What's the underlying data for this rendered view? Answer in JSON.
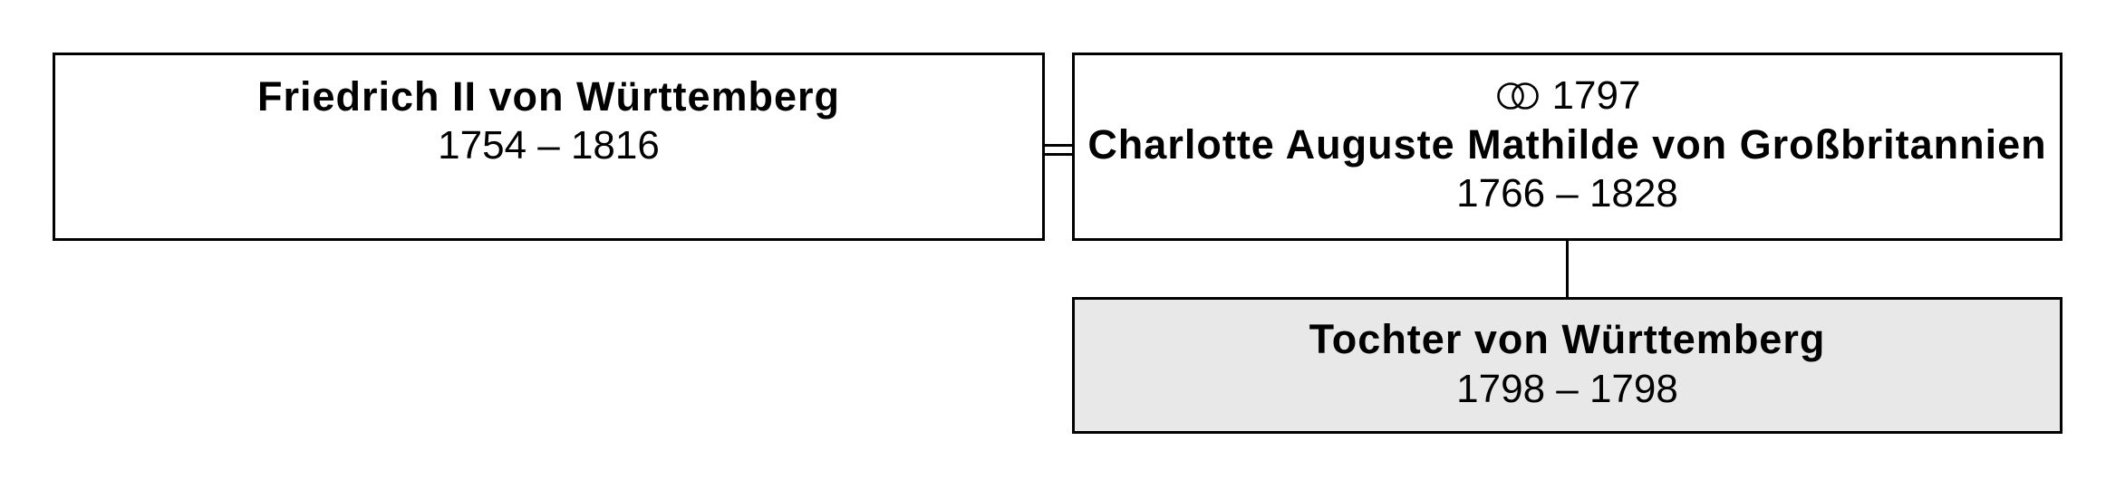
{
  "tree": {
    "father": {
      "name": "Friedrich II von Württemberg",
      "dates": "1754 – 1816"
    },
    "mother": {
      "marriage_icon": "marriage-rings-icon",
      "marriage_year": "1797",
      "name": "Charlotte Auguste Mathilde von Großbritannien",
      "dates": "1766 – 1828"
    },
    "child": {
      "name": "Tochter von Württemberg",
      "dates": "1798 – 1798",
      "highlight_color": "#e8e8e8"
    }
  }
}
